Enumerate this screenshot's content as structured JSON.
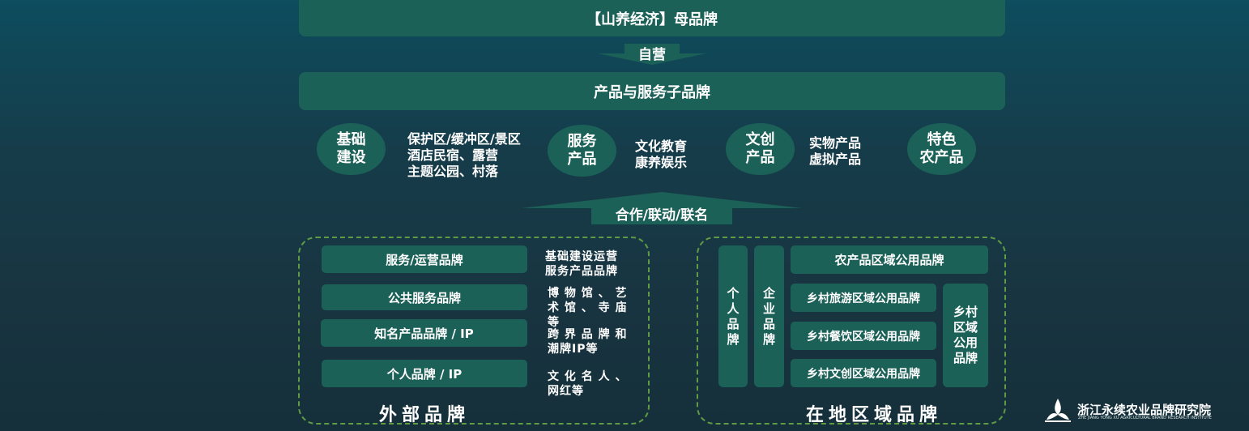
{
  "top_bar": "【山养经济】母品牌",
  "arrow_down_label": "自营",
  "sub_bar": "产品与服务子品牌",
  "categories": [
    {
      "label": "基础\n建设",
      "desc": "保护区/缓冲区/景区\n酒店民宿、露营\n主题公园、村落"
    },
    {
      "label": "服务\n产品",
      "desc": "文化教育\n康养娱乐"
    },
    {
      "label": "文创\n产品",
      "desc": "实物产品\n虚拟产品"
    },
    {
      "label": "特色\n农产品",
      "desc": ""
    }
  ],
  "arrow_up_label": "合作/联动/联名",
  "external": {
    "title": "外部品牌",
    "items": [
      {
        "label": "服务/运营品牌",
        "note": "基础建设运营\n服务产品品牌"
      },
      {
        "label": "公共服务品牌",
        "note": "博 物 馆 、 艺\n术 馆 、 寺 庙\n等"
      },
      {
        "label": "知名产品品牌 / IP",
        "note": "跨 界 品 牌 和\n潮牌IP等"
      },
      {
        "label": "个人品牌 / IP",
        "note": "文 化 名 人 、\n网红等"
      }
    ]
  },
  "local": {
    "title": "在地区域品牌",
    "personal": "个\n人\n品\n牌",
    "enterprise": "企\n业\n品\n牌",
    "agri": "农产品区域公用品牌",
    "tourism": "乡村旅游区域公用品牌",
    "catering": "乡村餐饮区域公用品牌",
    "cultural": "乡村文创区域公用品牌",
    "rural": "乡村\n区域\n公用\n品牌"
  },
  "logo": {
    "name": "浙江永续农业品牌研究院",
    "subtitle": "ZHE JIANG YONG XU AGRICULTURAL BRAND RESEARCH INSTITUTE"
  },
  "colors": {
    "box": "#1c6158",
    "dashed": "#5f9a45",
    "background": "#163c4a"
  }
}
